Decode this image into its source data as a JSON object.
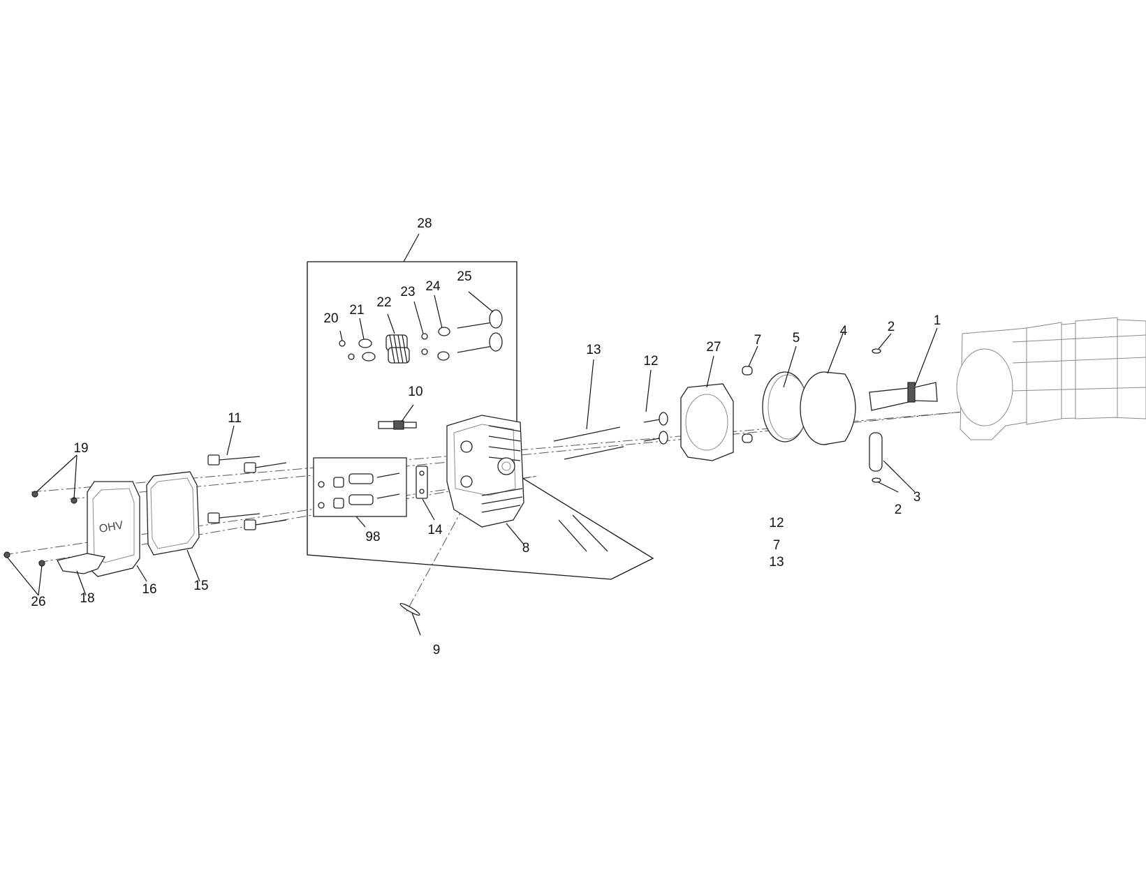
{
  "colors": {
    "line": "#222222",
    "background": "#ffffff",
    "text": "#111111"
  },
  "callouts": {
    "c1": "1",
    "c2a": "2",
    "c2b": "2",
    "c3": "3",
    "c4": "4",
    "c5": "5",
    "c7": "7",
    "c8": "8",
    "c9": "9",
    "c10": "10",
    "c11": "11",
    "c12": "12",
    "c13": "13",
    "c14": "14",
    "c15": "15",
    "c16": "16",
    "c18": "18",
    "c19": "19",
    "c20": "20",
    "c21": "21",
    "c22": "22",
    "c23": "23",
    "c24": "24",
    "c25": "25",
    "c26": "26",
    "c27": "27",
    "c28": "28",
    "c98": "98"
  },
  "kit_note": {
    "line1": "12",
    "line2": "7",
    "line3": "13"
  }
}
